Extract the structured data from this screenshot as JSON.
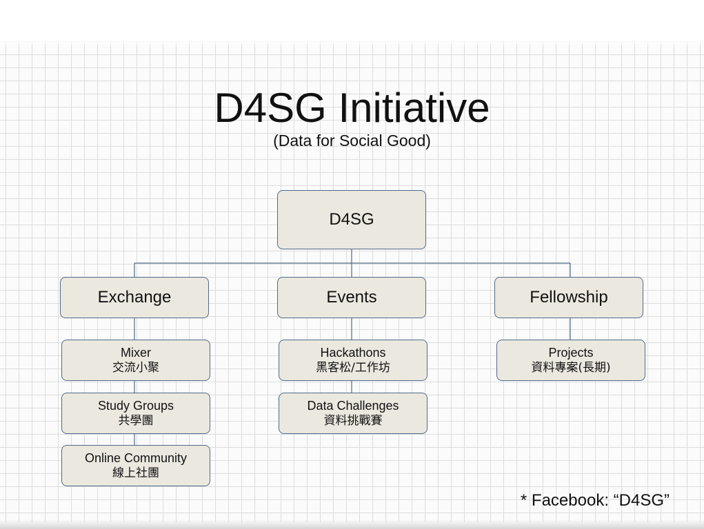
{
  "slide": {
    "title": "D4SG Initiative",
    "subtitle": "(Data for Social Good)",
    "footnote": "* Facebook: “D4SG”"
  },
  "diagram": {
    "root": {
      "label": "D4SG"
    },
    "categories": [
      {
        "label": "Exchange",
        "items": [
          {
            "en": "Mixer",
            "zh": "交流小聚"
          },
          {
            "en": "Study Groups",
            "zh": "共學團"
          },
          {
            "en": "Online Community",
            "zh": "線上社團"
          }
        ]
      },
      {
        "label": "Events",
        "items": [
          {
            "en": "Hackathons",
            "zh": "黑客松/工作坊"
          },
          {
            "en": "Data Challenges",
            "zh": "資料挑戰賽"
          }
        ]
      },
      {
        "label": "Fellowship",
        "items": [
          {
            "en": "Projects",
            "zh": "資料專案(長期)"
          }
        ]
      }
    ]
  },
  "colors": {
    "node_fill": "#ebe8df",
    "node_border": "#4f6a86",
    "connector": "#4f6a86"
  }
}
